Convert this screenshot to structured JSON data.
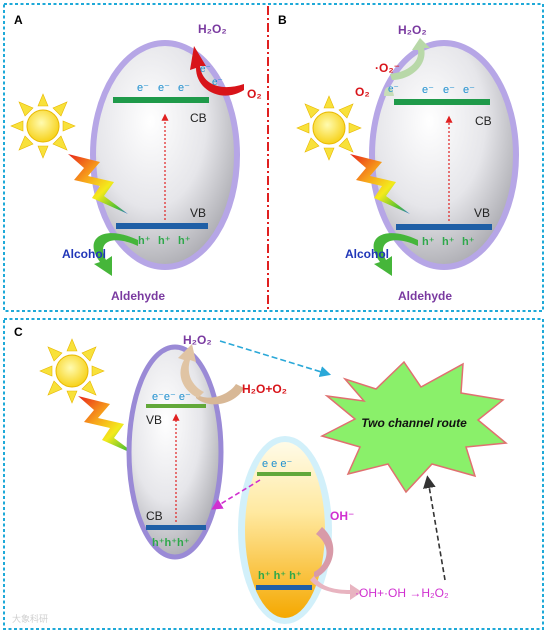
{
  "panel_a": {
    "letter": "A",
    "h2o2": "H₂O₂",
    "o2": "O₂",
    "e_out_1": "e⁻",
    "e_out_2": "e⁻",
    "cb_electrons": [
      "e⁻",
      "e⁻",
      "e⁻"
    ],
    "cb": "CB",
    "vb": "VB",
    "vb_holes": [
      "h⁺",
      "h⁺",
      "h⁺"
    ],
    "alcohol": "Alcohol",
    "aldehyde": "Aldehyde"
  },
  "panel_b": {
    "letter": "B",
    "h2o2": "H₂O₂",
    "superoxide": "·O₂⁻",
    "o2": "O₂",
    "e_out": "e⁻",
    "cb_electrons": [
      "e⁻",
      "e⁻",
      "e⁻"
    ],
    "cb": "CB",
    "vb": "VB",
    "vb_holes": [
      "h⁺",
      "h⁺",
      "h⁺"
    ],
    "alcohol": "Alcohol",
    "aldehyde": "Aldehyde"
  },
  "panel_c": {
    "letter": "C",
    "h2o2": "H₂O₂",
    "h2o_o2": "H₂O+O₂",
    "left_electrons": "e⁻e⁻ e⁻",
    "vb": "VB",
    "cb": "CB",
    "left_holes": "h⁺h⁺h⁺",
    "right_electrons": "e e e⁻",
    "oh_minus": "OH⁻",
    "right_holes": "h⁺ h⁺ h⁺",
    "radical_reaction": "·OH+·OH →H₂O₂",
    "route": "Two channel route"
  },
  "watermark": "大象科研"
}
